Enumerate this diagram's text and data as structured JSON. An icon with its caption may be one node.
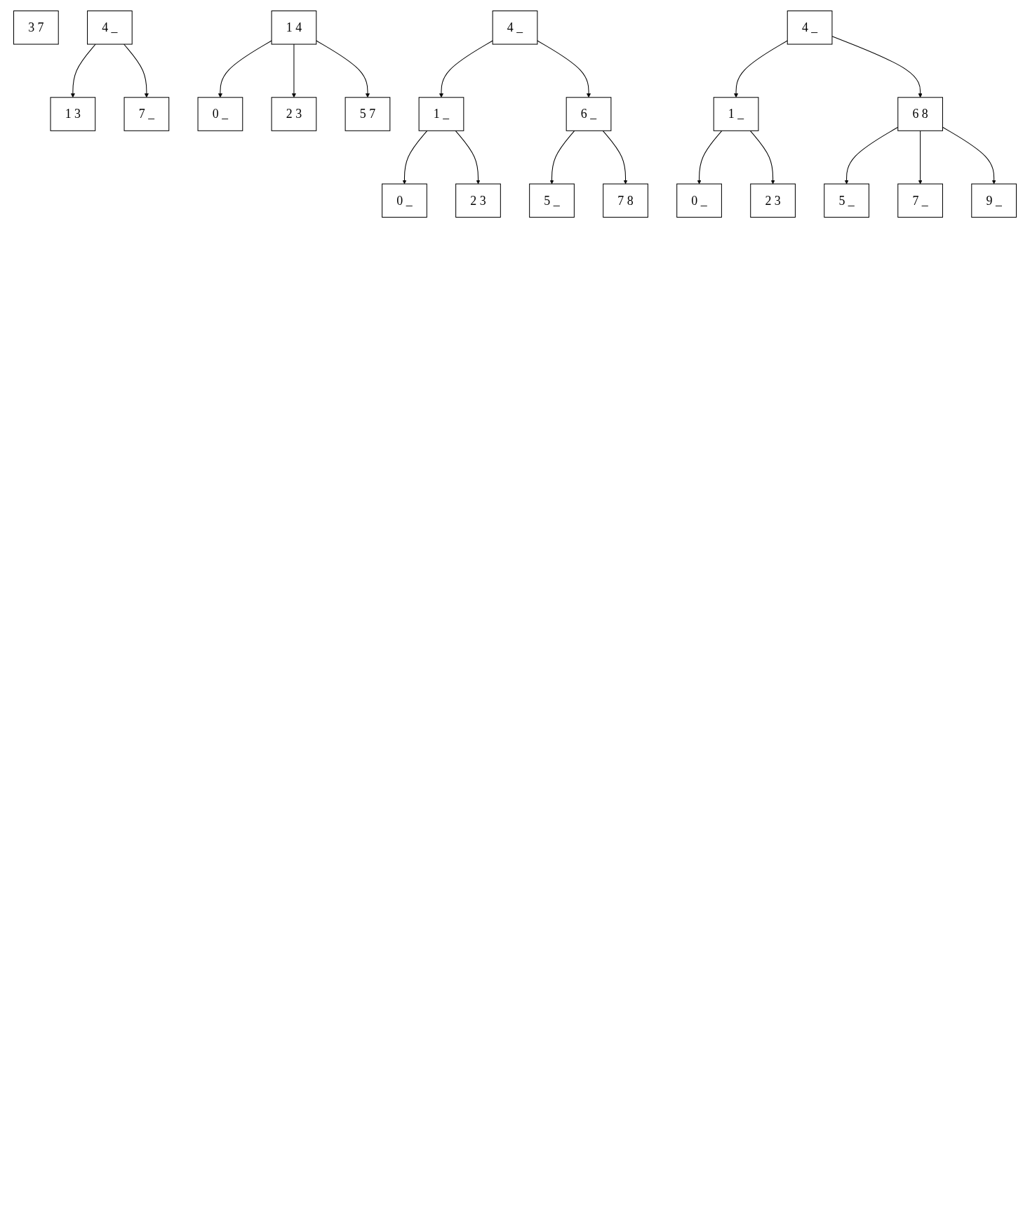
{
  "diagram": {
    "nodes": [
      {
        "text": [
          "3 7"
        ]
      },
      {
        "text": [
          "4 _"
        ]
      },
      {
        "text": [
          "1 3"
        ]
      },
      {
        "text": [
          "7 _"
        ]
      },
      {
        "text": [
          "1 4"
        ]
      },
      {
        "text": [
          "0 _"
        ]
      },
      {
        "text": [
          "2 3"
        ]
      },
      {
        "text": [
          "5 7"
        ]
      },
      {
        "text": [
          "4 _"
        ]
      },
      {
        "text": [
          "1 _"
        ]
      },
      {
        "text": [
          "6 _"
        ]
      },
      {
        "text": [
          "0 _"
        ]
      },
      {
        "text": [
          "2 3"
        ]
      },
      {
        "text": [
          "5 _"
        ]
      },
      {
        "text": [
          "7 8"
        ]
      },
      {
        "text": [
          "4 _"
        ]
      },
      {
        "text": [
          "1 _"
        ]
      },
      {
        "text": [
          "6 8"
        ]
      },
      {
        "text": [
          "0 _"
        ]
      },
      {
        "text": [
          "2 3"
        ]
      },
      {
        "text": [
          "5 _"
        ]
      },
      {
        "text": [
          "7 _"
        ]
      },
      {
        "text": [
          "9 _"
        ]
      }
    ],
    "edges": [
      {
        "from": 1,
        "to": 2,
        "arrow": "to"
      },
      {
        "from": 1,
        "to": 3,
        "arrow": "to"
      },
      {
        "from": 4,
        "to": 5,
        "arrow": "to"
      },
      {
        "from": 4,
        "to": 6,
        "arrow": "to"
      },
      {
        "from": 4,
        "to": 7,
        "arrow": "to"
      },
      {
        "from": 8,
        "to": 9,
        "arrow": "to"
      },
      {
        "from": 8,
        "to": 10,
        "arrow": "to"
      },
      {
        "from": 9,
        "to": 11,
        "arrow": "to"
      },
      {
        "from": 9,
        "to": 12,
        "arrow": "to"
      },
      {
        "from": 10,
        "to": 13,
        "arrow": "to"
      },
      {
        "from": 10,
        "to": 14,
        "arrow": "to"
      },
      {
        "from": 15,
        "to": 16,
        "arrow": "to"
      },
      {
        "from": 15,
        "to": 17,
        "arrow": "to"
      },
      {
        "from": 16,
        "to": 18,
        "arrow": "to"
      },
      {
        "from": 16,
        "to": 19,
        "arrow": "to"
      },
      {
        "from": 17,
        "to": 20,
        "arrow": "to"
      },
      {
        "from": 17,
        "to": 21,
        "arrow": "to"
      },
      {
        "from": 17,
        "to": 22,
        "arrow": "to"
      }
    ]
  }
}
